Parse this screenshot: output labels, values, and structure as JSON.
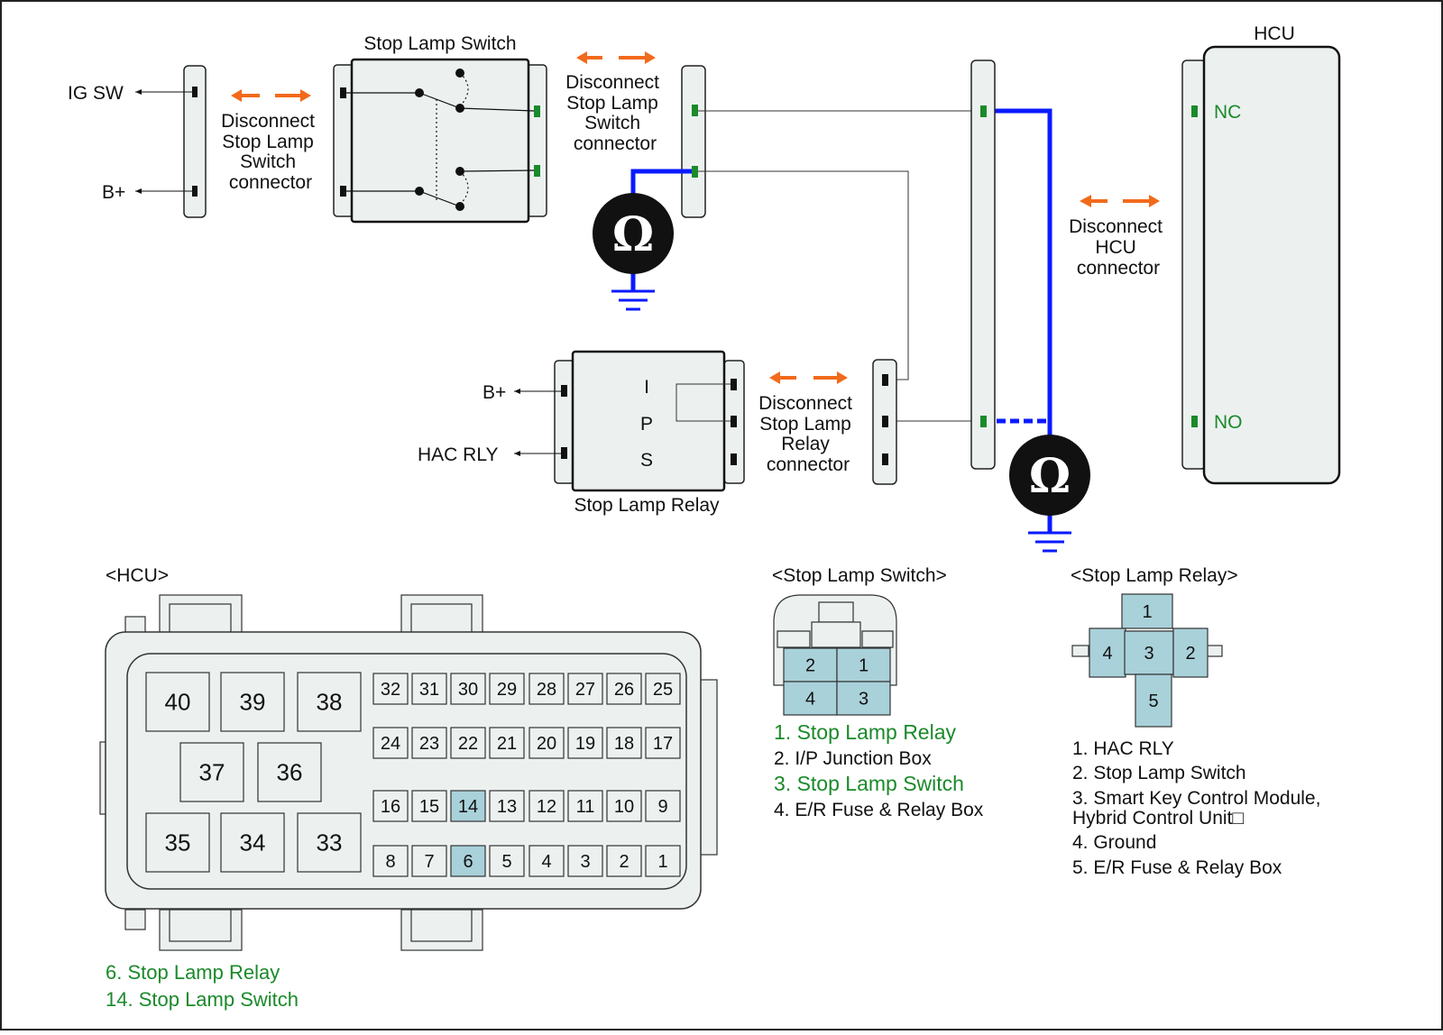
{
  "colors": {
    "harness": "#0a1aff",
    "arrow": "#f26a1b",
    "pin_green": "#1a8a2a",
    "highlight": "#a9d1da",
    "box_fill": "#ecf1f0",
    "legend_green": "#1a8a2a"
  },
  "schematic": {
    "ig_sw": "IG SW",
    "bplus_top": "B+",
    "bplus_relay": "B+",
    "hac_rly": "HAC RLY",
    "switch_title": "Stop Lamp Switch",
    "relay_title": "Stop Lamp Relay",
    "hcu_title": "HCU",
    "relay_pins": [
      "I",
      "P",
      "S"
    ],
    "hcu_pin_nc": "NC",
    "hcu_pin_no": "NO",
    "disc_switch_left": [
      "Disconnect",
      "Stop Lamp",
      "Switch",
      "connector"
    ],
    "disc_switch_right": [
      "Disconnect",
      "Stop Lamp",
      "Switch",
      "connector"
    ],
    "disc_relay": [
      "Disconnect",
      "Stop Lamp",
      "Relay",
      "connector"
    ],
    "disc_hcu": [
      "Disconnect",
      "HCU",
      "connector"
    ],
    "ohm_symbol": "Ω"
  },
  "hcu_connector": {
    "title": "<HCU>",
    "big_pins": [
      "40",
      "39",
      "38",
      "37",
      "36",
      "35",
      "34",
      "33"
    ],
    "row1": [
      "32",
      "31",
      "30",
      "29",
      "28",
      "27",
      "26",
      "25"
    ],
    "row2": [
      "24",
      "23",
      "22",
      "21",
      "20",
      "19",
      "18",
      "17"
    ],
    "row3": [
      "16",
      "15",
      "14",
      "13",
      "12",
      "11",
      "10",
      "9"
    ],
    "row4": [
      "8",
      "7",
      "6",
      "5",
      "4",
      "3",
      "2",
      "1"
    ],
    "highlighted": [
      "14",
      "6"
    ],
    "legend": [
      "6. Stop Lamp Relay",
      "14. Stop Lamp Switch"
    ]
  },
  "switch_connector": {
    "title": "<Stop Lamp Switch>",
    "pins": [
      "2",
      "1",
      "4",
      "3"
    ],
    "legend": [
      "1. Stop Lamp Relay",
      "2. I/P Junction Box",
      "3. Stop Lamp Switch",
      "4. E/R Fuse & Relay Box"
    ]
  },
  "relay_connector": {
    "title": "<Stop Lamp Relay>",
    "pins": [
      "1",
      "4",
      "3",
      "2",
      "5"
    ],
    "legend": [
      "1. HAC RLY",
      "2. Stop Lamp Switch",
      "3. Smart Key Control Module,",
      "Hybrid Control Unit□",
      "4. Ground",
      "5. E/R Fuse & Relay Box"
    ]
  }
}
